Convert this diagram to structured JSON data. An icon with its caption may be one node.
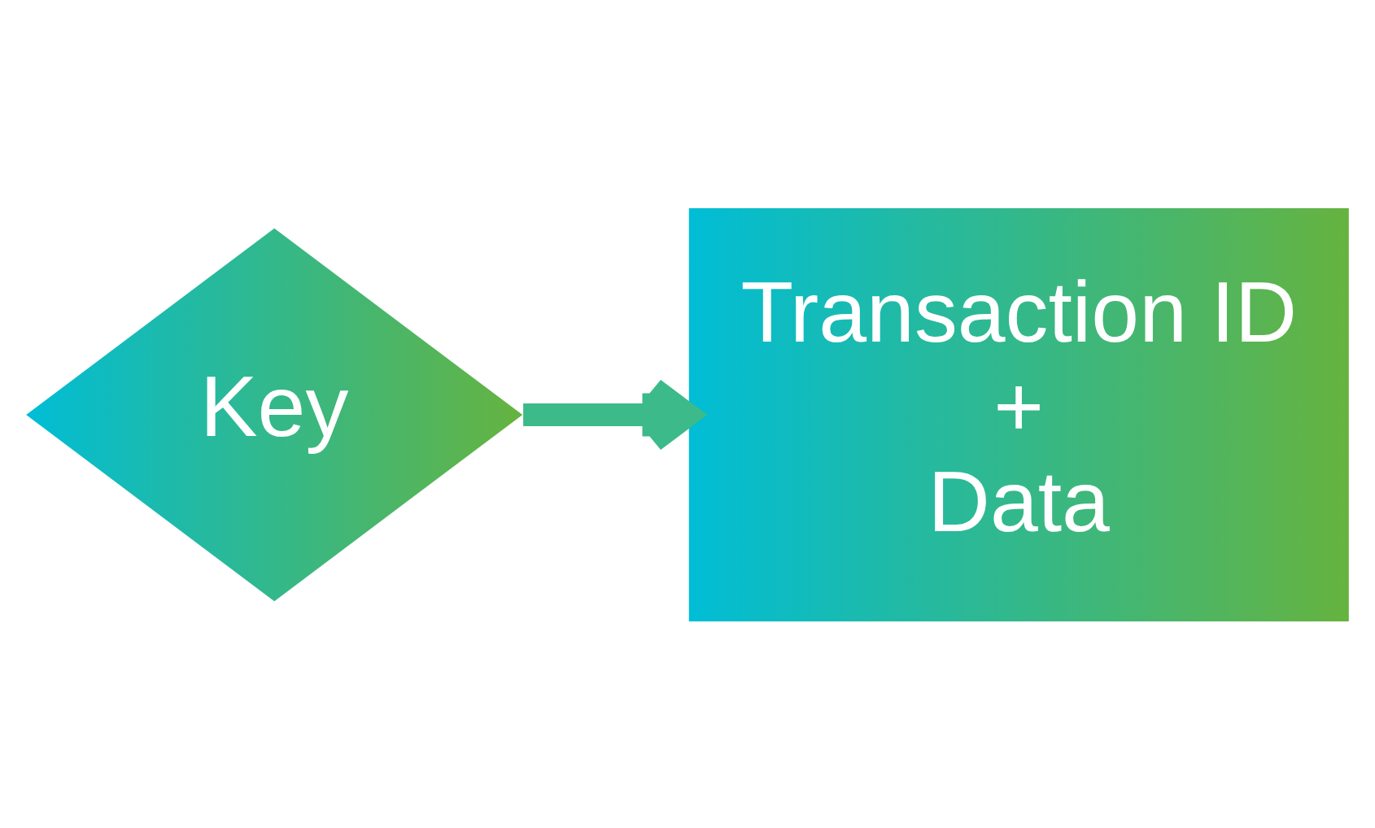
{
  "diagram": {
    "nodes": [
      {
        "text": [
          "Key"
        ]
      },
      {
        "text": [
          "Transaction ID + Data"
        ]
      }
    ],
    "edges": [
      {
        "from": 0,
        "to": 1,
        "arrow": "to"
      }
    ]
  }
}
